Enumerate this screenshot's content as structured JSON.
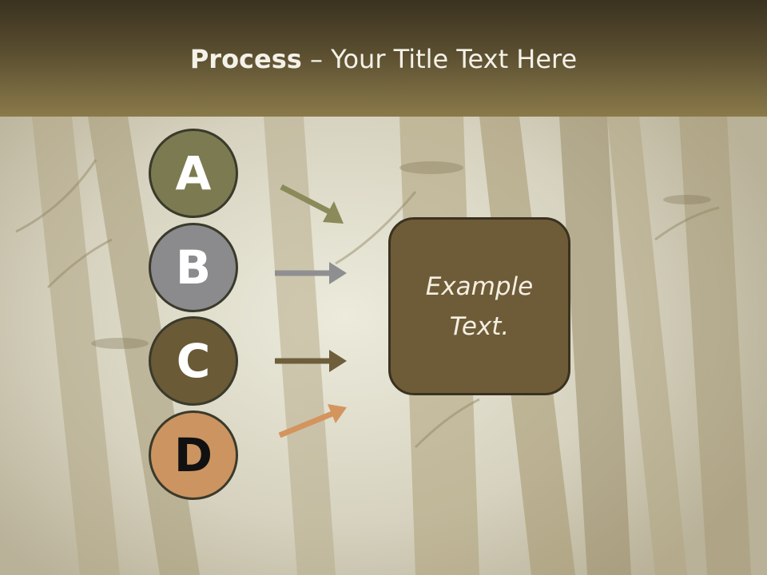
{
  "header": {
    "title_bold": "Process",
    "title_rest": " – Your Title Text Here"
  },
  "steps": [
    {
      "letter": "A",
      "color": "#7c7a50",
      "arrow_color": "#8a8a5a"
    },
    {
      "letter": "B",
      "color": "#8b8b8d",
      "arrow_color": "#8f8f92"
    },
    {
      "letter": "C",
      "color": "#6a5a36",
      "arrow_color": "#6e5e3c"
    },
    {
      "letter": "D",
      "color": "#cc9460",
      "arrow_color": "#d4945e"
    }
  ],
  "box": {
    "line1": "Example",
    "line2": "Text."
  }
}
